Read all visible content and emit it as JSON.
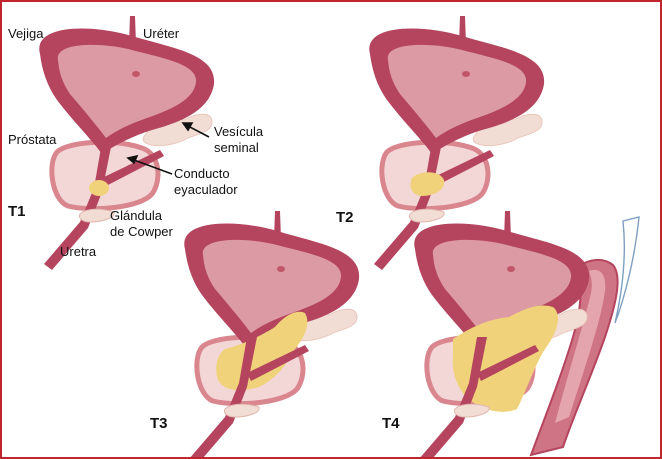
{
  "labels": {
    "vejiga": "Vejiga",
    "ureter": "Uréter",
    "prostata": "Próstata",
    "vesicula_1": "Vesícula",
    "vesicula_2": "seminal",
    "conducto_1": "Conducto",
    "conducto_2": "eyaculador",
    "glandula_1": "Glándula",
    "glandula_2": "de Cowper",
    "uretra": "Uretra"
  },
  "stages": [
    "T1",
    "T2",
    "T3",
    "T4"
  ],
  "colors": {
    "border": "#c0272d",
    "bladder_wall": "#b5455f",
    "bladder_inner": "#dc9aa4",
    "prostate_fill": "#f3d7d7",
    "prostate_edge": "#d9868f",
    "vesicle": "#f2ddd5",
    "tumor": "#f0d27a",
    "rectum": "#cf7484"
  }
}
